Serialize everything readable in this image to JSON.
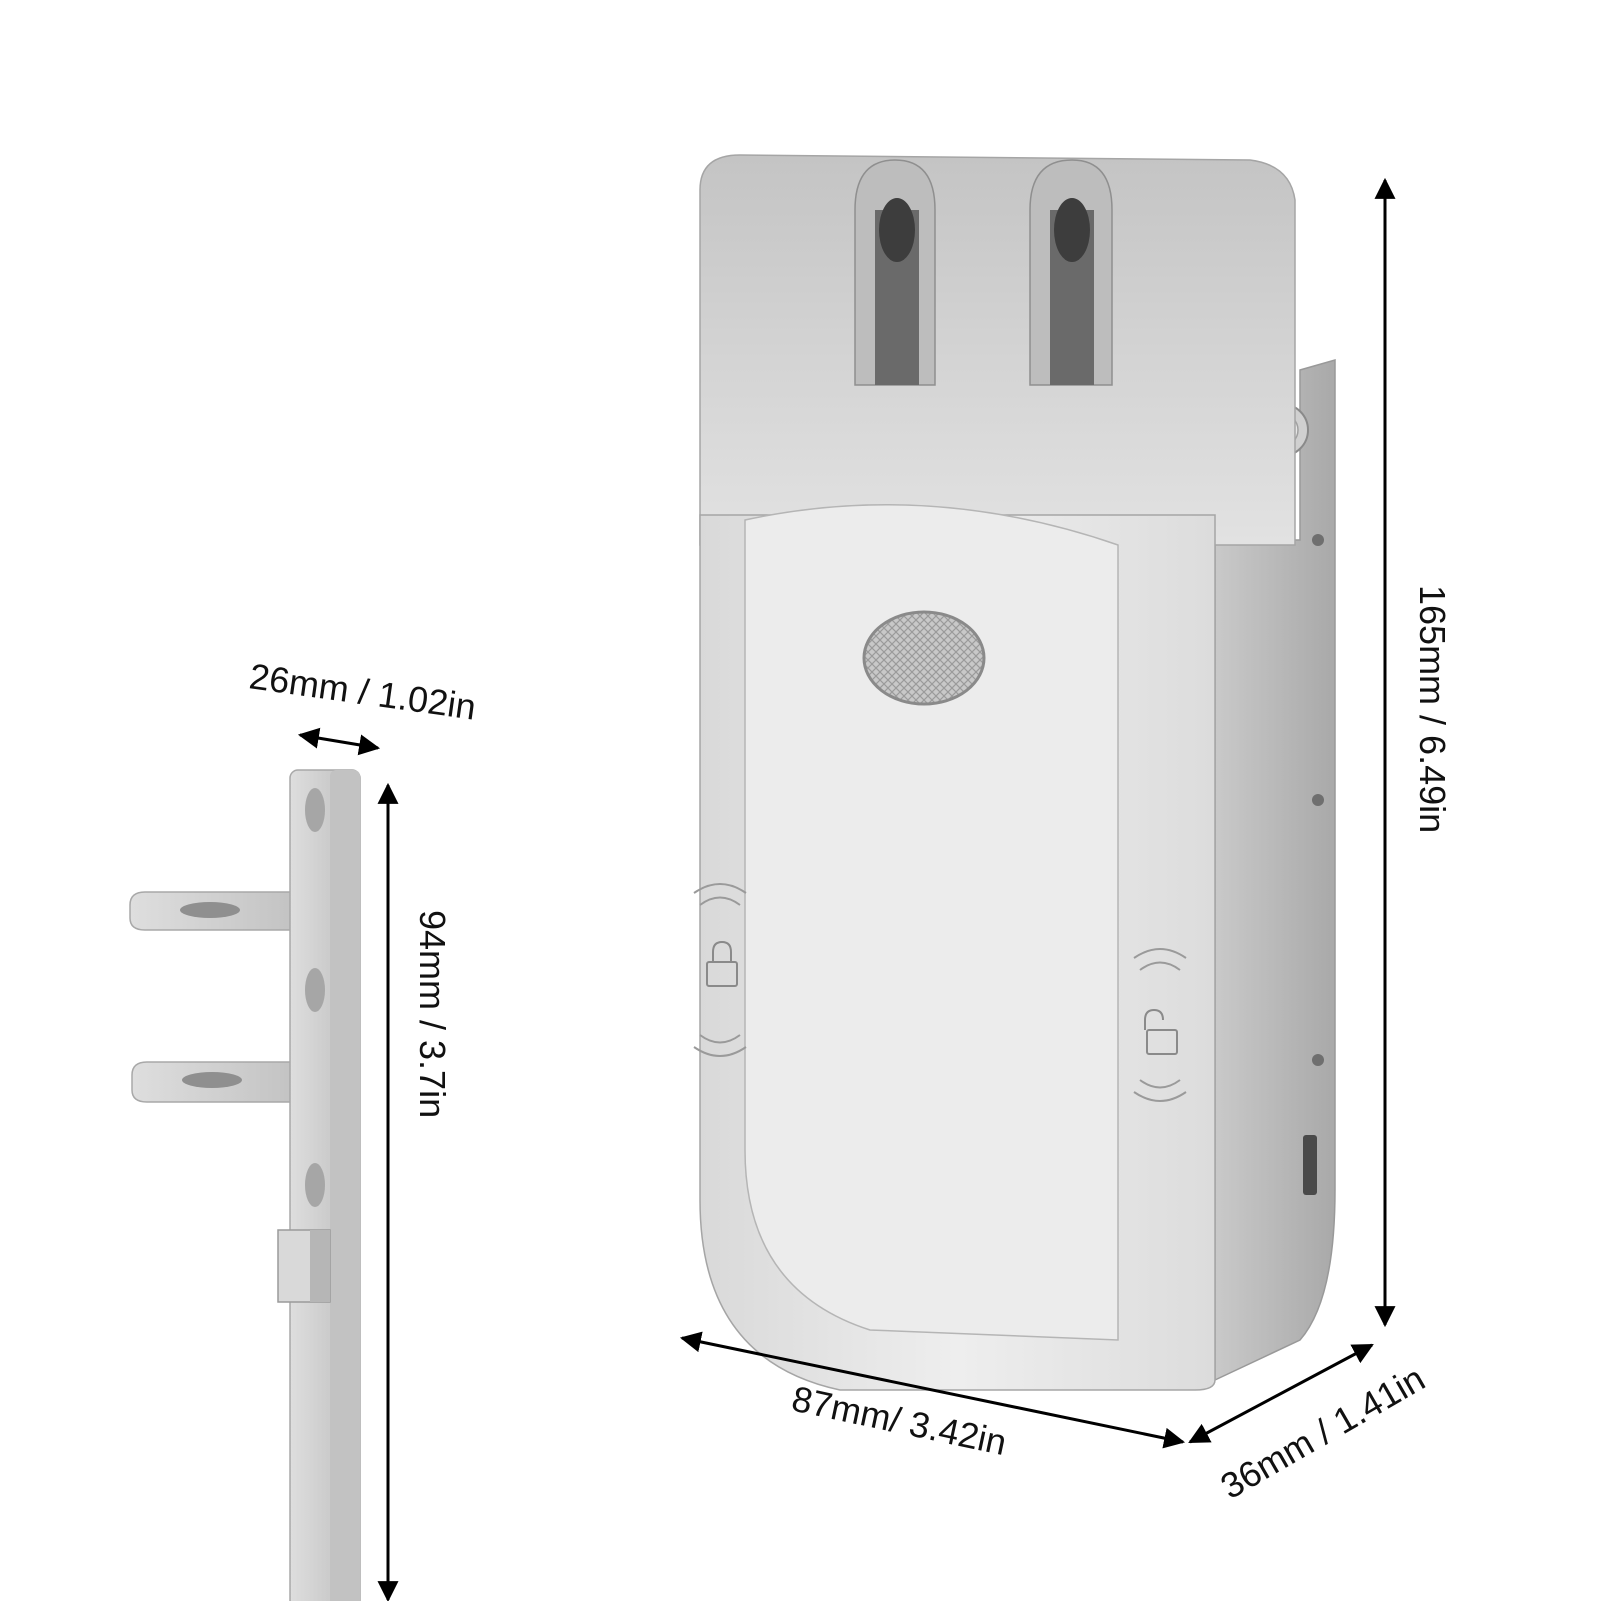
{
  "dimensions": {
    "strike_width": "26mm / 1.02in",
    "strike_height": "94mm / 3.7in",
    "lock_height": "165mm / 6.49in",
    "lock_width": "87mm/ 3.42in",
    "lock_depth": "36mm / 1.41in"
  },
  "colors": {
    "background": "#ffffff",
    "metal_light": "#e6e6e6",
    "metal_mid": "#cfcfcf",
    "metal_dark": "#9a9a9a",
    "dimension_line": "#000000"
  },
  "icons": {
    "lock": "lock-closed-icon",
    "unlock": "lock-open-icon",
    "nfc_waves": "signal-waves-icon"
  }
}
